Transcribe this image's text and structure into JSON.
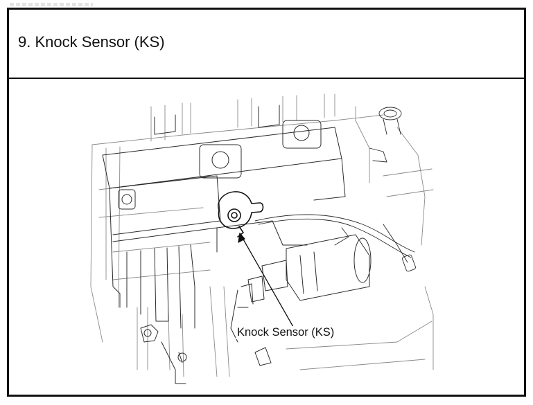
{
  "header": {
    "title": "9. Knock Sensor (KS)"
  },
  "figure": {
    "callout_label": "Knock Sensor (KS)",
    "icons": [
      "engine-block-drawing",
      "knock-sensor-icon",
      "leader-arrow-icon"
    ],
    "colors": {
      "line": "#2b2b2b",
      "light_line": "#8a8a8a",
      "border": "#111111",
      "background": "#ffffff"
    }
  }
}
